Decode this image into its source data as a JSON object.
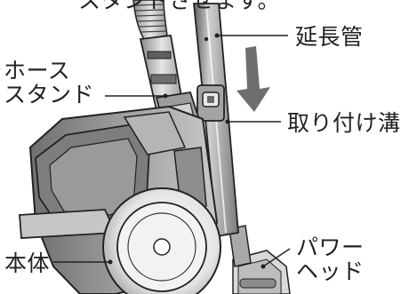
{
  "labels": {
    "top_fragment": "スタンドさせます。",
    "extension_pipe": "延長管",
    "hose_stand_line1": "ホース",
    "hose_stand_line2": "スタンド",
    "mounting_groove": "取り付け溝",
    "main_body": "本体",
    "power_head_line1": "パワー",
    "power_head_line2": "ヘッド"
  },
  "icons": {
    "direction": "down-arrow-icon"
  },
  "colors": {
    "line": "#222222",
    "shade_dark": "#5a5a5a",
    "shade_mid": "#8c8c8c",
    "shade_light": "#cfcfcf",
    "arrow": "#6e6e6e"
  }
}
